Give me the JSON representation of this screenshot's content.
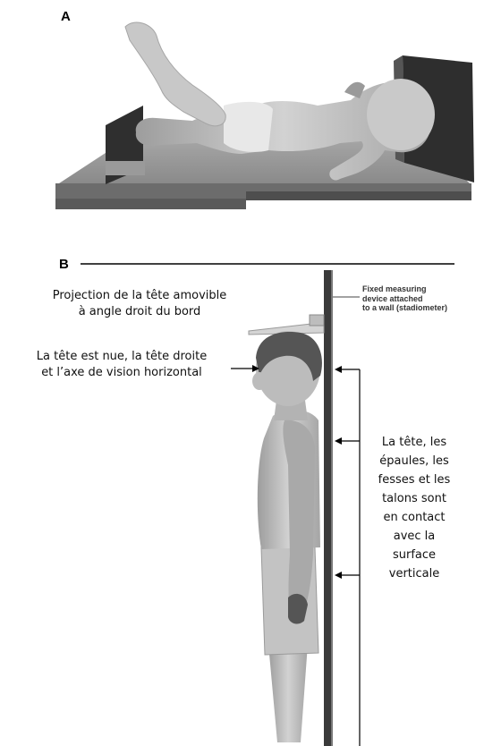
{
  "panels": [
    {
      "label": "A"
    },
    {
      "label": "B"
    }
  ],
  "annotations": {
    "head_piece": {
      "lines": [
        "Projection de la tête amovible",
        "à angle droit du bord"
      ]
    },
    "head_position": {
      "lines": [
        "La tête est nue, la tête droite",
        "et l’axe de vision horizontal"
      ]
    },
    "contact_points": {
      "lines": [
        "La tête, les",
        "épaules, les",
        "fesses et les",
        "talons sont",
        "en contact",
        "avec la",
        "surface",
        "verticale"
      ]
    },
    "stadiometer": {
      "lines": [
        "Fixed measuring",
        "device attached",
        "to a wall (stadiometer)"
      ]
    }
  },
  "colors": {
    "board": "#8e8e8e",
    "board_dark": "#555555",
    "stadiometer": "#3a3a3a",
    "skin": "#bdbdbd",
    "lines": "#000000"
  },
  "icons": [
    "arrow-left-icon"
  ]
}
